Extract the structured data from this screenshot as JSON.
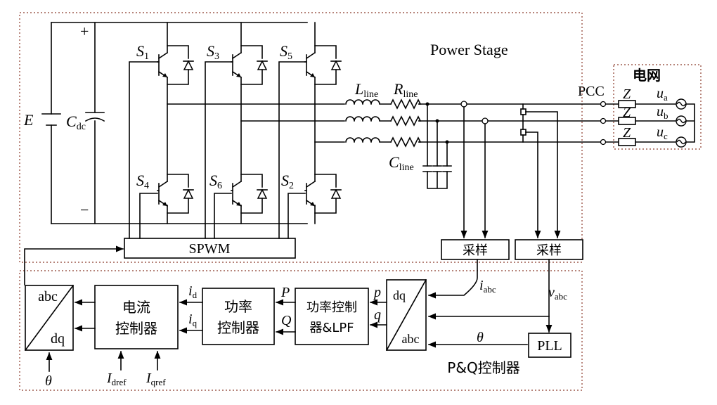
{
  "power_stage": {
    "title": "Power Stage",
    "dc_source": "E",
    "dc_cap": "C",
    "dc_cap_sub": "dc",
    "plus": "+",
    "minus": "−",
    "line_inductor": "L",
    "line_inductor_sub": "line",
    "line_resistor": "R",
    "line_resistor_sub": "line",
    "line_cap": "C",
    "line_cap_sub": "line",
    "switches": [
      {
        "name": "S",
        "sub": "1"
      },
      {
        "name": "S",
        "sub": "3"
      },
      {
        "name": "S",
        "sub": "5"
      },
      {
        "name": "S",
        "sub": "4"
      },
      {
        "name": "S",
        "sub": "6"
      },
      {
        "name": "S",
        "sub": "2"
      }
    ],
    "pcc": "PCC",
    "spwm": "SPWM",
    "sample1": "采样",
    "sample2": "采样"
  },
  "grid": {
    "title": "电网",
    "impedance": "Z",
    "phases": [
      {
        "name": "u",
        "sub": "a"
      },
      {
        "name": "u",
        "sub": "b"
      },
      {
        "name": "u",
        "sub": "c"
      }
    ]
  },
  "control": {
    "title": "P&Q控制器",
    "abc_dq_top": "abc",
    "abc_dq_bottom": "dq",
    "current_ctrl_line1": "电流",
    "current_ctrl_line2": "控制器",
    "power_ctrl_line1": "功率",
    "power_ctrl_line2": "控制器",
    "pq_lpf_line1": "功率控制",
    "pq_lpf_line2": "器&LPF",
    "dq_abc_top": "dq",
    "dq_abc_bottom": "abc",
    "pll": "PLL",
    "theta": "θ",
    "id": "i",
    "id_sub": "d",
    "iq": "i",
    "iq_sub": "q",
    "P": "P",
    "Q": "Q",
    "p": "p",
    "q": "q",
    "iabc": "i",
    "iabc_sub": "abc",
    "vabc": "v",
    "vabc_sub": "abc",
    "idref": "I",
    "idref_sub": "dref",
    "iqref": "I",
    "iqref_sub": "qref"
  }
}
